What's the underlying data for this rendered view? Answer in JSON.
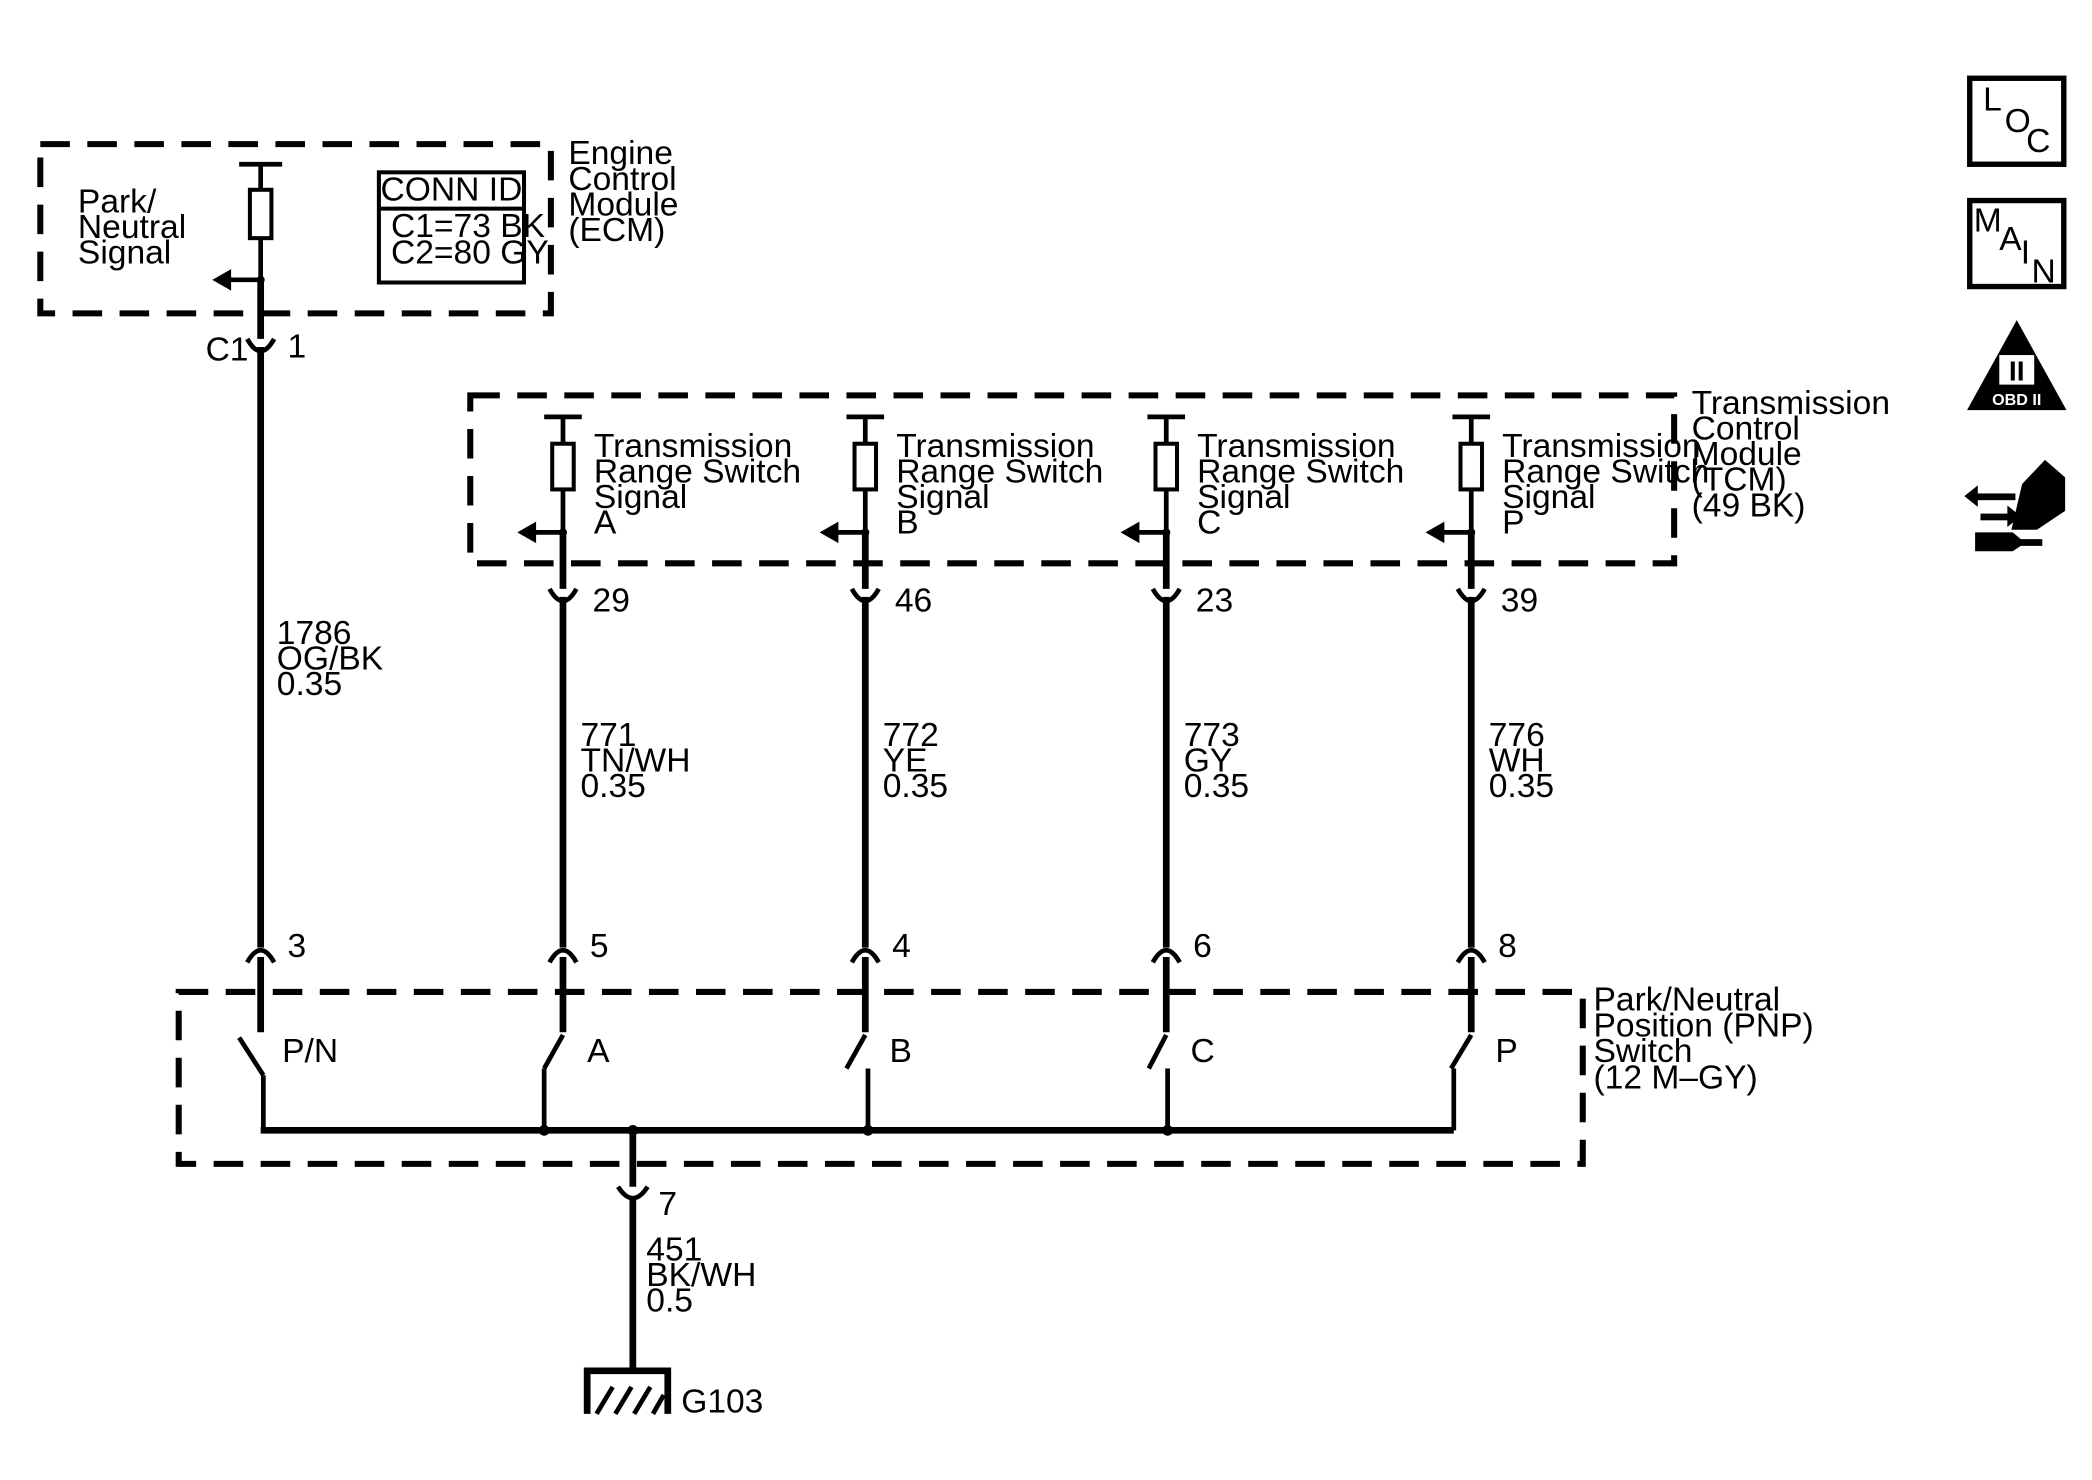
{
  "ecm": {
    "signal_label": [
      "Park/",
      "Neutral",
      "Signal"
    ],
    "module_label": [
      "Engine",
      "Control",
      "Module",
      "(ECM)"
    ],
    "conn_id_title": "CONN ID",
    "conn_id_rows": [
      "C1=73 BK",
      "C2=80 GY"
    ],
    "connector": "C1",
    "pin": "1"
  },
  "tcm": {
    "module_label": [
      "Transmission",
      "Control",
      "Module",
      "(TCM)",
      "(49 BK)"
    ],
    "signal_label": [
      "Transmission",
      "Range Switch",
      "Signal"
    ],
    "channels": [
      {
        "letter": "A",
        "pin": "29"
      },
      {
        "letter": "B",
        "pin": "46"
      },
      {
        "letter": "C",
        "pin": "23"
      },
      {
        "letter": "P",
        "pin": "39"
      }
    ]
  },
  "wires": [
    {
      "circuit": "1786",
      "color": "OG/BK",
      "gauge": "0.35"
    },
    {
      "circuit": "771",
      "color": "TN/WH",
      "gauge": "0.35"
    },
    {
      "circuit": "772",
      "color": "YE",
      "gauge": "0.35"
    },
    {
      "circuit": "773",
      "color": "GY",
      "gauge": "0.35"
    },
    {
      "circuit": "776",
      "color": "WH",
      "gauge": "0.35"
    }
  ],
  "pnp": {
    "label": [
      "Park/Neutral",
      "Position (PNP)",
      "Switch",
      "(12 M–GY)"
    ],
    "pins": [
      "3",
      "5",
      "4",
      "6",
      "8"
    ],
    "contacts": [
      "P/N",
      "A",
      "B",
      "C",
      "P"
    ],
    "ground_pin": "7"
  },
  "ground_wire": {
    "circuit": "451",
    "color": "BK/WH",
    "gauge": "0.5"
  },
  "ground_label": "G103",
  "nav": {
    "loc": [
      "L",
      "O",
      "C"
    ],
    "main": [
      "M",
      "A",
      "I",
      "N"
    ],
    "obd": {
      "numeral": "II",
      "text": "OBD II"
    },
    "connector_icon": "connector-hand-icon"
  }
}
